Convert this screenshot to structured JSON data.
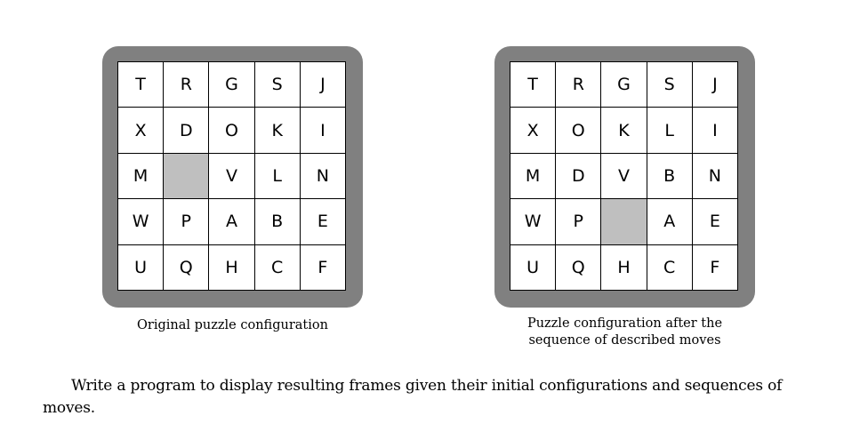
{
  "left_puzzle": {
    "caption": "Original puzzle configuration",
    "rows": [
      [
        "T",
        "R",
        "G",
        "S",
        "J"
      ],
      [
        "X",
        "D",
        "O",
        "K",
        "I"
      ],
      [
        "M",
        "",
        "V",
        "L",
        "N"
      ],
      [
        "W",
        "P",
        "A",
        "B",
        "E"
      ],
      [
        "U",
        "Q",
        "H",
        "C",
        "F"
      ]
    ],
    "empty_cell": [
      2,
      1
    ]
  },
  "right_puzzle": {
    "caption_line1": "Puzzle configuration after the",
    "caption_line2": "sequence of described moves",
    "rows": [
      [
        "T",
        "R",
        "G",
        "S",
        "J"
      ],
      [
        "X",
        "O",
        "K",
        "L",
        "I"
      ],
      [
        "M",
        "D",
        "V",
        "B",
        "N"
      ],
      [
        "W",
        "P",
        "",
        "A",
        "E"
      ],
      [
        "U",
        "Q",
        "H",
        "C",
        "F"
      ]
    ],
    "empty_cell": [
      3,
      2
    ]
  },
  "colors": {
    "frame": "#808080",
    "empty_cell": "#bfbfbf",
    "cell": "#ffffff"
  },
  "body_text": "Write a program to display resulting frames given their initial configurations and sequences of moves."
}
